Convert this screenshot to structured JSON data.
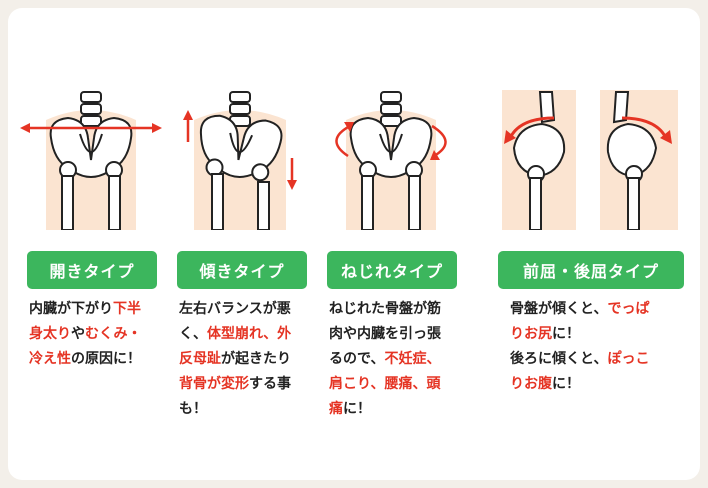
{
  "colors": {
    "accent": "#3cb65d",
    "highlight": "#e53424",
    "skin": "#fbe4d1",
    "bone": "#ffffff",
    "outline": "#222222"
  },
  "types": [
    {
      "label": "開きタイプ",
      "lines": [
        [
          {
            "t": "内臓が下がり"
          },
          {
            "t": "下半",
            "hl": true
          }
        ],
        [
          {
            "t": "身太り",
            "hl": true
          },
          {
            "t": "や"
          },
          {
            "t": "むくみ・",
            "hl": true
          }
        ],
        [
          {
            "t": "冷え性",
            "hl": true
          },
          {
            "t": "の原因に！"
          }
        ]
      ]
    },
    {
      "label": "傾きタイプ",
      "lines": [
        [
          {
            "t": "左右バランスが悪"
          }
        ],
        [
          {
            "t": "く、"
          },
          {
            "t": "体型崩れ、外",
            "hl": true
          }
        ],
        [
          {
            "t": "反母趾",
            "hl": true
          },
          {
            "t": "が起きたり"
          }
        ],
        [
          {
            "t": "背骨が変形",
            "hl": true
          },
          {
            "t": "する事"
          }
        ],
        [
          {
            "t": "も！"
          }
        ]
      ]
    },
    {
      "label": "ねじれタイプ",
      "lines": [
        [
          {
            "t": "ねじれた骨盤が筋"
          }
        ],
        [
          {
            "t": "肉や内臓を引っ張"
          }
        ],
        [
          {
            "t": "るので、"
          },
          {
            "t": "不妊症、",
            "hl": true
          }
        ],
        [
          {
            "t": "肩こり、腰痛、頭",
            "hl": true
          }
        ],
        [
          {
            "t": "痛",
            "hl": true
          },
          {
            "t": "に！"
          }
        ]
      ]
    },
    {
      "label": "前屈・後屈タイプ",
      "lines": [
        [
          {
            "t": "骨盤が傾くと、"
          },
          {
            "t": "でっぱ",
            "hl": true
          }
        ],
        [
          {
            "t": "りお尻",
            "hl": true
          },
          {
            "t": "に！"
          }
        ],
        [
          {
            "t": "後ろに傾くと、"
          },
          {
            "t": "ぽっこ",
            "hl": true
          }
        ],
        [
          {
            "t": "りお腹",
            "hl": true
          },
          {
            "t": "に！"
          }
        ]
      ]
    }
  ]
}
